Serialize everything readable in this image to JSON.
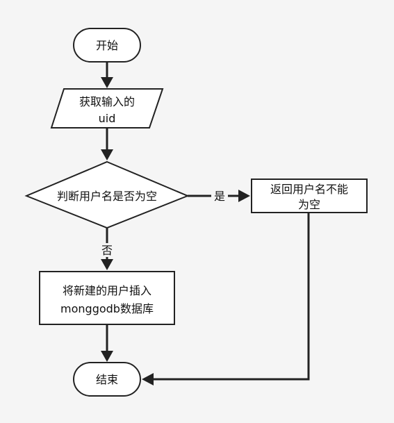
{
  "diagram": {
    "type": "flowchart",
    "nodes": {
      "start": {
        "shape": "terminator",
        "lines": [
          "开始"
        ]
      },
      "input": {
        "shape": "parallelogram",
        "lines": [
          "获取输入的",
          "uid"
        ]
      },
      "check": {
        "shape": "diamond",
        "lines": [
          "判断用户名是否为空"
        ]
      },
      "error": {
        "shape": "rectangle",
        "lines": [
          "返回用户名不能",
          "为空"
        ]
      },
      "insert": {
        "shape": "rectangle",
        "lines": [
          "将新建的用户插入",
          "monggodb数据库"
        ]
      },
      "end": {
        "shape": "terminator",
        "lines": [
          "结束"
        ]
      }
    },
    "edges": {
      "start_to_input": {
        "from": "start",
        "to": "input",
        "label": ""
      },
      "input_to_check": {
        "from": "input",
        "to": "check",
        "label": ""
      },
      "check_to_error": {
        "from": "check",
        "to": "error",
        "label": "是"
      },
      "check_to_insert": {
        "from": "check",
        "to": "insert",
        "label": "否"
      },
      "insert_to_end": {
        "from": "insert",
        "to": "end",
        "label": ""
      },
      "error_to_end": {
        "from": "error",
        "to": "end",
        "label": ""
      }
    }
  }
}
